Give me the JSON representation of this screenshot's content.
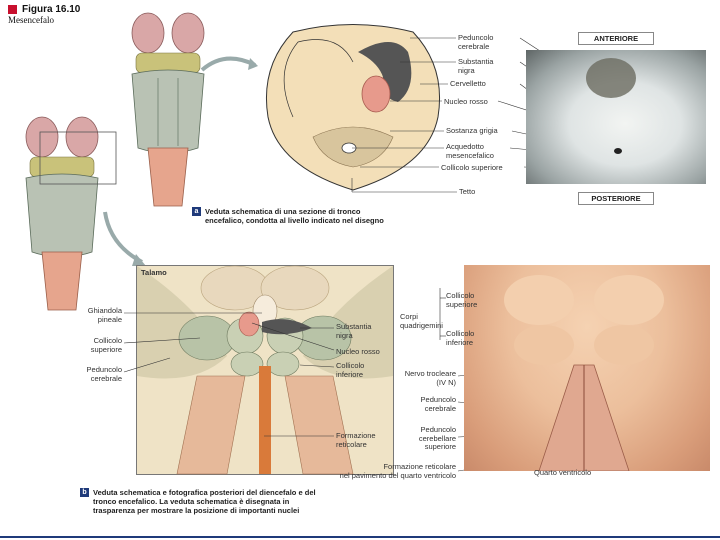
{
  "header": {
    "figure_label": "Figura 16.10",
    "figure_subtitle": "Mesencefalo"
  },
  "panel_a": {
    "badge": "a",
    "caption_line1": "Veduta schematica di una sezione di tronco",
    "caption_line2": "encefalico, condotta al livello indicato nel disegno",
    "labels": {
      "peduncolo_cerebrale_1": "Peduncolo",
      "peduncolo_cerebrale_2": "cerebrale",
      "substantia_1": "Substantia",
      "substantia_2": "nigra",
      "cervelletto": "Cervelletto",
      "nucleo_rosso": "Nucleo rosso",
      "sostanza_grigia": "Sostanza grigia",
      "acquedotto_1": "Acquedotto",
      "acquedotto_2": "mesencefalico",
      "collicolo_superiore": "Collicolo superiore",
      "tetto": "Tetto"
    },
    "photo_tag_top": "ANTERIORE",
    "photo_tag_bottom": "POSTERIORE"
  },
  "panel_b": {
    "badge": "b",
    "caption_line1": "Veduta schematica e fotografica posteriori del diencefalo e del",
    "caption_line2": "tronco encefalico. La veduta schematica è disegnata in",
    "caption_line3": "trasparenza per mostrare la posizione di importanti nuclei",
    "labels": {
      "talamo": "Talamo",
      "ghiandola_1": "Ghiandola",
      "ghiandola_2": "pineale",
      "collicolo_sup_1": "Collicolo",
      "collicolo_sup_2": "superiore",
      "peduncolo_1": "Peduncolo",
      "peduncolo_2": "cerebrale",
      "substantia_1": "Substantia",
      "substantia_2": "nigra",
      "nucleo_rosso": "Nucleo rosso",
      "collicolo_inf_1": "Collicolo",
      "collicolo_inf_2": "inferiore",
      "formazione_1": "Formazione",
      "formazione_2": "reticolare",
      "corpi_1": "Corpi",
      "corpi_2": "quadrigemini",
      "photo_coll_sup_1": "Collicolo",
      "photo_coll_sup_2": "superiore",
      "photo_coll_inf_1": "Collicolo",
      "photo_coll_inf_2": "inferiore",
      "nervo_trocleare_1": "Nervo trocleare",
      "nervo_trocleare_2": "(IV N)",
      "photo_pedunc_1": "Peduncolo",
      "photo_pedunc_2": "cerebrale",
      "pedunc_cereb_1": "Peduncolo",
      "pedunc_cereb_2": "cerebellare",
      "pedunc_cereb_3": "superiore",
      "form_ret_floor_1": "Formazione reticolare",
      "form_ret_floor_2": "nel pavimento del quarto ventricolo",
      "quarto_ventricolo": "Quarto ventricolo"
    }
  },
  "colors": {
    "figure_red": "#c8102e",
    "badge_blue": "#1f3a7a",
    "brain_pink": "#d9a7a7",
    "brainstem_gray": "#b9c2b4",
    "section_fill": "#f3dfb8",
    "red_nucleus": "#e79a8c",
    "substantia_nigra": "#555555"
  }
}
